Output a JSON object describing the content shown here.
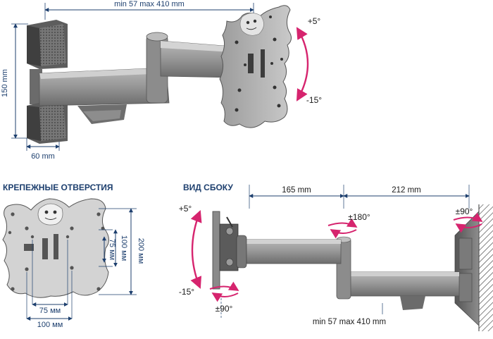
{
  "top_view": {
    "reach_label": "min 57 max 410 mm",
    "height_label": "150 mm",
    "width_label": "60 mm",
    "tilt_up": "+5°",
    "tilt_down": "-15°"
  },
  "holes_view": {
    "title": "КРЕПЕЖНЫЕ ОТВЕРСТИЯ",
    "dim_75_v": "75 мм",
    "dim_100_v": "100 мм",
    "dim_200_v": "200 мм",
    "dim_75_h": "75 мм",
    "dim_100_h": "100 мм"
  },
  "side_view": {
    "title": "ВИД СБОКУ",
    "arm1_label": "165 mm",
    "arm2_label": "212 mm",
    "swivel_mid": "±180°",
    "swivel_wall": "±90°",
    "swivel_head": "±90°",
    "tilt_up": "+5°",
    "tilt_down": "-15°",
    "reach_label": "min 57 max 410 mm"
  },
  "colors": {
    "dimension_line": "#1d3f6e",
    "arrow_accent": "#d6246e",
    "metal_dark": "#4f4f4f",
    "metal_mid": "#8a8a8a",
    "metal_light": "#c4c4c4"
  }
}
